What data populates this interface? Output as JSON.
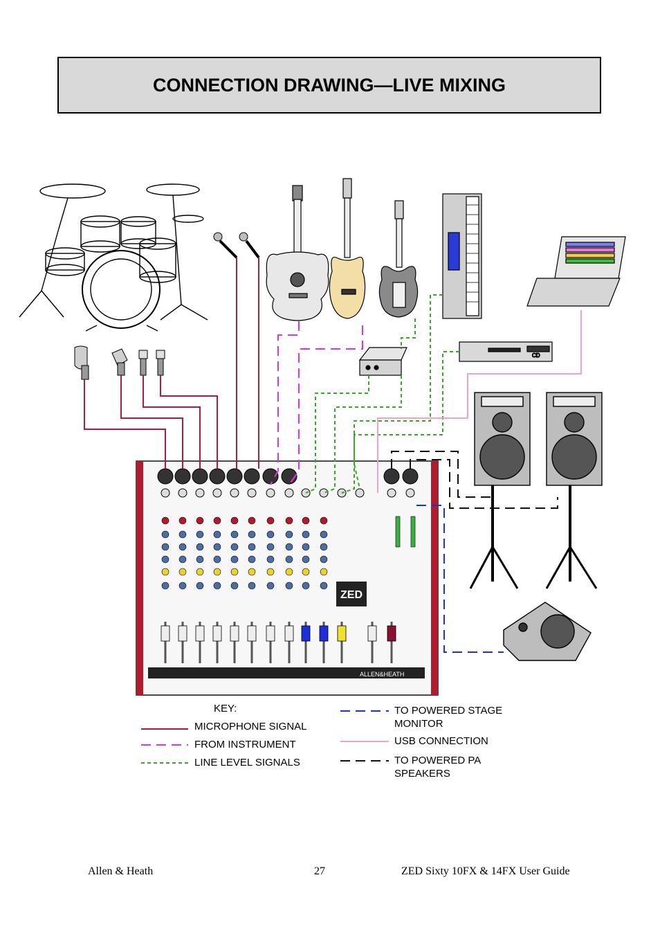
{
  "page": {
    "title": "CONNECTION DRAWING—LIVE MIXING",
    "footer": {
      "left": "Allen & Heath",
      "center": "27",
      "right": "ZED Sixty 10FX & 14FX  User Guide"
    }
  },
  "diagram": {
    "cd_label": "CD",
    "mixer_brand": "ALLEN&HEATH",
    "mixer_model": "ZED",
    "key": {
      "heading": "KEY:",
      "items": [
        {
          "label": "MICROPHONE SIGNAL",
          "color": "#b5183a",
          "style": "solid"
        },
        {
          "label": "FROM INSTRUMENT",
          "color": "#e62fe6",
          "style": "long-dash"
        },
        {
          "label": "LINE LEVEL SIGNALS",
          "color": "#33aa22",
          "style": "short-dash"
        },
        {
          "label": "TO POWERED STAGE MONITOR",
          "color": "#1d2fd6",
          "style": "long-dash"
        },
        {
          "label": "USB CONNECTION",
          "color": "#f5a0c8",
          "style": "solid"
        },
        {
          "label": "TO POWERED PA SPEAKERS",
          "color": "#111111",
          "style": "long-dash"
        }
      ]
    }
  }
}
